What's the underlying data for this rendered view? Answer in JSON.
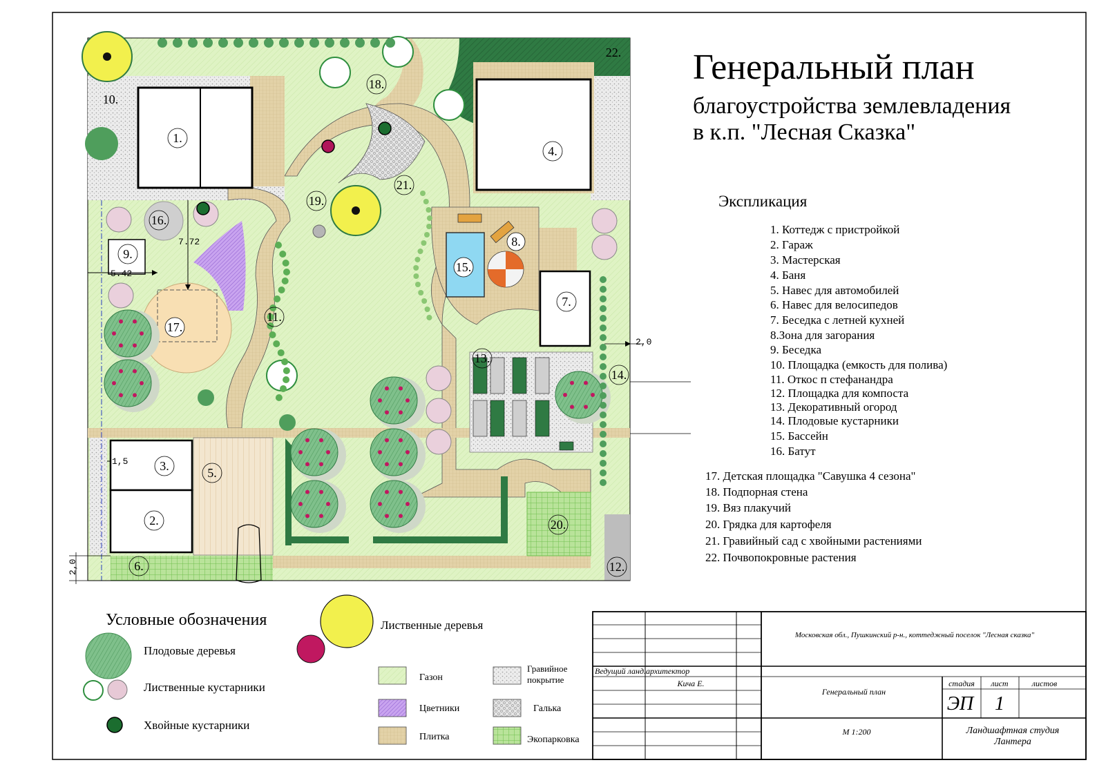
{
  "title": {
    "line1": "Генеральный план",
    "line2": "благоустройства землевладения",
    "line3": "в к.п. \"Лесная Сказка\""
  },
  "explication": {
    "heading": "Экспликация",
    "items": [
      "1. Коттедж с пристройкой",
      "2. Гараж",
      "3. Мастерская",
      "4. Баня",
      "5. Навес для автомобилей",
      "6. Навес для велосипедов",
      "7. Беседка с летней кухней",
      "8.Зона для загорания",
      "9. Беседка",
      "10. Площадка (емкость для полива)",
      "11. Откос п стефанандра",
      "12. Площадка для компоста",
      "13. Декоративный огород",
      "14. Плодовые кустарники",
      "15. Бассейн",
      "16. Батут",
      "17. Детская площадка \"Савушка 4 сезона\"",
      "18. Подпорная стена",
      "19. Вяз плакучий",
      "20. Грядка для картофеля",
      "21. Гравийный сад с хвойными растениями",
      "22. Почвопокровные растения"
    ]
  },
  "plan_labels": {
    "l1": "1.",
    "l2": "2.",
    "l3": "3.",
    "l4": "4.",
    "l5": "5.",
    "l6": "6.",
    "l7": "7.",
    "l8": "8.",
    "l9": "9.",
    "l10": "10.",
    "l11": "11.",
    "l12": "12.",
    "l13": "13.",
    "l14": "14.",
    "l15": "15.",
    "l16": "16.",
    "l17": "17.",
    "l18": "18.",
    "l19": "19.",
    "l20": "20.",
    "l21": "21.",
    "l22": "22."
  },
  "dimensions": {
    "d772": "7.72",
    "d542": "5.42",
    "d15": "1,5",
    "d20_left": "2,0",
    "d20_right": "2,0"
  },
  "legend": {
    "heading": "Условные обозначения",
    "fruit_trees": "Плодовые деревья",
    "deciduous_shrubs": "Лиственные кустарники",
    "conifer_shrubs": "Хвойные кустарники",
    "deciduous_trees": "Лиственные деревья",
    "lawn": "Газон",
    "gravel_cover_1": "Гравийное",
    "gravel_cover_2": "покрытие",
    "flowerbeds": "Цветники",
    "pebbles": "Галька",
    "tiles": "Плитка",
    "ecoparking": "Экопарковка"
  },
  "stamp": {
    "address": "Московская обл., Пушкинский р-н., коттеджный поселок \"Лесная сказка\"",
    "lead_label": "Ведущий ланд.архитектор",
    "lead_name": "Кича Е.",
    "drawing_name": "Генеральный план",
    "stage_head": "стадия",
    "sheet_head": "лист",
    "sheets_head": "листов",
    "stage_value": "ЭП",
    "sheet_value": "1",
    "sheets_value": "",
    "scale": "М 1:200",
    "studio_1": "Ландшафтная студия",
    "studio_2": "Лантера"
  },
  "colors": {
    "lawn": "#ddf2bf",
    "tile": "#e0cfa5",
    "gravel": "#d9d9d9",
    "flower": "#b38be0",
    "pool": "#8fd8f2",
    "hedge": "#3f9a55",
    "dark_green": "#2d6e3e",
    "play": "#f9dfb0"
  }
}
